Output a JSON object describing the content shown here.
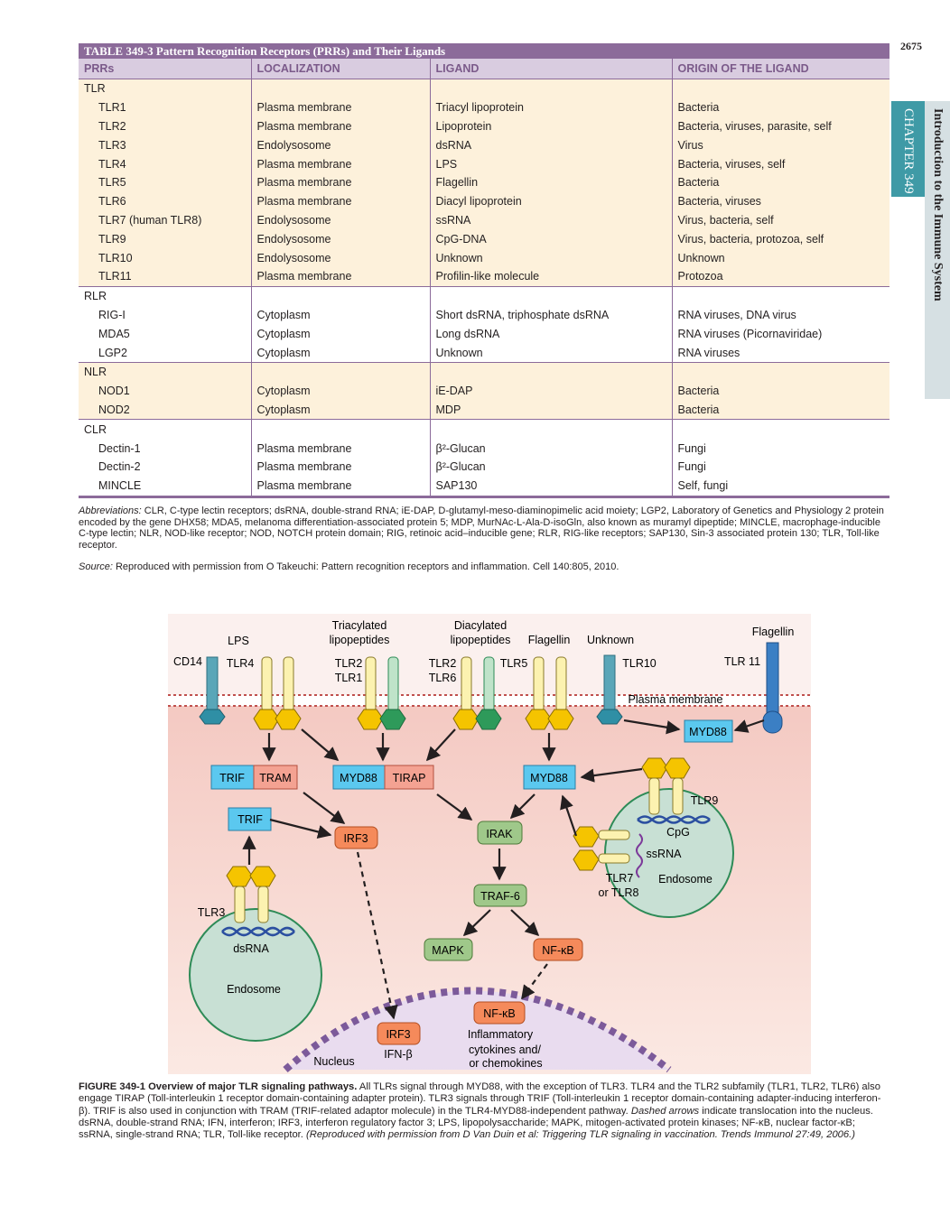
{
  "page_number": "2675",
  "side_tab": {
    "chapter": "CHAPTER 349",
    "title": "Introduction to the Immune System"
  },
  "table": {
    "title": "TABLE 349-3  Pattern Recognition Receptors (PRRs) and Their Ligands",
    "headers": [
      "PRRs",
      "LOCALIZATION",
      "LIGAND",
      "ORIGIN OF THE LIGAND"
    ],
    "groups": [
      {
        "name": "TLR",
        "rows": [
          [
            "TLR1",
            "Plasma membrane",
            "Triacyl lipoprotein",
            "Bacteria"
          ],
          [
            "TLR2",
            "Plasma membrane",
            "Lipoprotein",
            "Bacteria, viruses, parasite, self"
          ],
          [
            "TLR3",
            "Endolysosome",
            "dsRNA",
            "Virus"
          ],
          [
            "TLR4",
            "Plasma membrane",
            "LPS",
            "Bacteria, viruses, self"
          ],
          [
            "TLR5",
            "Plasma membrane",
            "Flagellin",
            "Bacteria"
          ],
          [
            "TLR6",
            "Plasma membrane",
            "Diacyl lipoprotein",
            "Bacteria, viruses"
          ],
          [
            "TLR7 (human TLR8)",
            "Endolysosome",
            "ssRNA",
            "Virus, bacteria, self"
          ],
          [
            "TLR9",
            "Endolysosome",
            "CpG-DNA",
            "Virus, bacteria, protozoa, self"
          ],
          [
            "TLR10",
            "Endolysosome",
            "Unknown",
            "Unknown"
          ],
          [
            "TLR11",
            "Plasma membrane",
            "Profilin-like molecule",
            "Protozoa"
          ]
        ]
      },
      {
        "name": "RLR",
        "rows": [
          [
            "RIG-I",
            "Cytoplasm",
            "Short dsRNA, triphosphate dsRNA",
            "RNA viruses, DNA virus"
          ],
          [
            "MDA5",
            "Cytoplasm",
            "Long dsRNA",
            "RNA viruses (Picornaviridae)"
          ],
          [
            "LGP2",
            "Cytoplasm",
            "Unknown",
            "RNA viruses"
          ]
        ]
      },
      {
        "name": "NLR",
        "rows": [
          [
            "NOD1",
            "Cytoplasm",
            "iE-DAP",
            "Bacteria"
          ],
          [
            "NOD2",
            "Cytoplasm",
            "MDP",
            "Bacteria"
          ]
        ]
      },
      {
        "name": "CLR",
        "rows": [
          [
            "Dectin-1",
            "Plasma membrane",
            "β²-Glucan",
            "Fungi"
          ],
          [
            "Dectin-2",
            "Plasma membrane",
            "β²-Glucan",
            "Fungi"
          ],
          [
            "MINCLE",
            "Plasma membrane",
            "SAP130",
            "Self, fungi"
          ]
        ]
      }
    ]
  },
  "abbreviations_label": "Abbreviations:",
  "abbreviations_text": " CLR, C-type lectin receptors; dsRNA, double-strand RNA; iE-DAP, D-glutamyl-meso-diaminopimelic acid moiety; LGP2, Laboratory of Genetics and Physiology 2 protein encoded by the gene DHX58; MDA5, melanoma differentiation-associated protein 5; MDP, MurNAc-L-Ala-D-isoGln, also known as muramyl dipeptide; MINCLE, macrophage-inducible C-type lectin; NLR, NOD-like receptor; NOD, NOTCH protein domain; RIG, retinoic acid–inducible gene; RLR, RIG-like receptors; SAP130, Sin-3 associated protein 130; TLR, Toll-like receptor.",
  "source_label": "Source:",
  "source_text": " Reproduced with permission from O Takeuchi: Pattern recognition receptors and inflammation. Cell 140:805, 2010.",
  "figure": {
    "ligand_lps": "LPS",
    "ligand_triacylated_1": "Triacylated",
    "ligand_triacylated_2": "lipopeptides",
    "ligand_diacylated_1": "Diacylated",
    "ligand_diacylated_2": "lipopeptides",
    "ligand_flagellin": "Flagellin",
    "ligand_unknown": "Unknown",
    "ligand_flagellin_2": "Flagellin",
    "cd14": "CD14",
    "tlr4": "TLR4",
    "tlr2a": "TLR2",
    "tlr1": "TLR1",
    "tlr2b": "TLR2",
    "tlr6": "TLR6",
    "tlr5": "TLR5",
    "tlr10": "TLR10",
    "tlr11": "TLR 11",
    "plasma_membrane": "Plasma membrane",
    "myd88_tlr11": "MYD88",
    "trif": "TRIF",
    "tram": "TRAM",
    "myd88_a": "MYD88",
    "tirap": "TIRAP",
    "myd88_b": "MYD88",
    "trif_2": "TRIF",
    "irf3": "IRF3",
    "irak": "IRAK",
    "traf6": "TRAF-6",
    "mapk": "MAPK",
    "nfkb": "NF-κB",
    "nfkb_nucleus": "NF-κB",
    "irf3_nucleus": "IRF3",
    "ifnb": "IFN-β",
    "nucleus": "Nucleus",
    "inflammatory_1": "Inflammatory",
    "inflammatory_2": "cytokines and/",
    "inflammatory_3": "or chemokines",
    "tlr3": "TLR3",
    "dsrna": "dsRNA",
    "endosome_left": "Endosome",
    "tlr9": "TLR9",
    "cpg": "CpG",
    "ssrna": "ssRNA",
    "endosome_right": "Endosome",
    "tlr7_1": "TLR7",
    "tlr7_2": "or TLR8"
  },
  "caption": {
    "label": "FIGURE 349-1",
    "title": "  Overview of major TLR signaling pathways.",
    "body": " All TLRs signal through MYD88, with the exception of TLR3. TLR4 and the TLR2 subfamily (TLR1, TLR2, TLR6) also engage TIRAP (Toll-interleukin 1 receptor domain-containing adapter protein). TLR3 signals through TRIF (Toll-interleukin 1 receptor domain-containing adapter-inducing interferon-β). TRIF is also used in conjunction with TRAM (TRIF-related adaptor molecule) in the TLR4-MYD88-independent pathway. ",
    "dashed_label": "Dashed arrows",
    "body2": " indicate translocation into the nucleus. dsRNA, double-strand RNA; IFN, interferon; IRF3, interferon regulatory factor 3; LPS, lipopolysaccharide; MAPK, mitogen-activated protein kinases; NF-κB, nuclear factor-κB; ssRNA, single-strand RNA; TLR, Toll-like receptor. ",
    "reference": "(Reproduced with permission from D Van Duin et al: Triggering TLR signaling in vaccination. Trends Immunol 27:49, 2006.)"
  }
}
